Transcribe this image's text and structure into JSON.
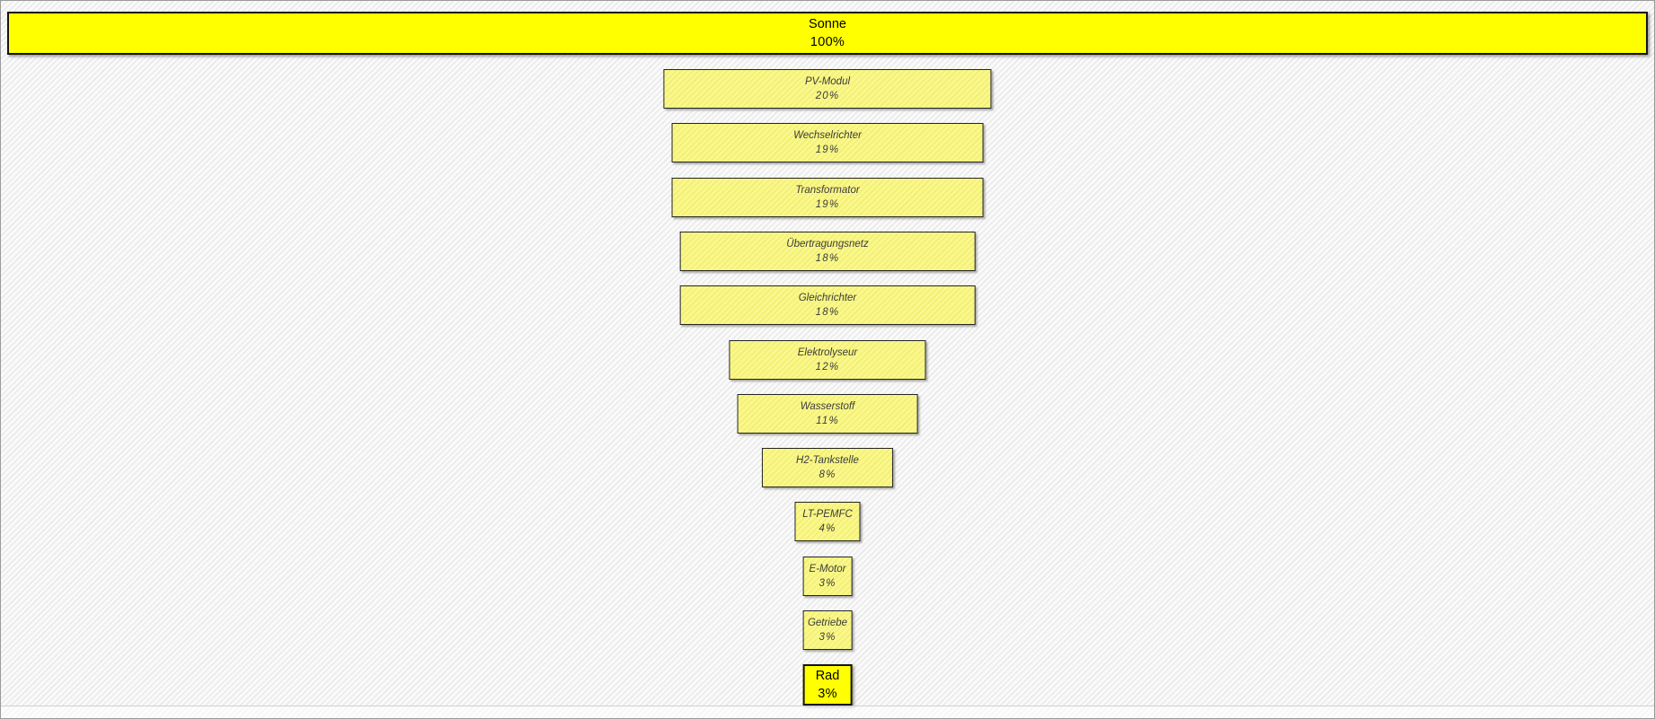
{
  "chart_data": {
    "type": "funnel",
    "title": "",
    "description_visible_text_only": true,
    "unit": "%",
    "stages": [
      {
        "label": "Sonne",
        "value_pct": 100,
        "value_display": "100%",
        "style": "solid"
      },
      {
        "label": "PV-Modul",
        "value_pct": 20,
        "value_display": "20%",
        "style": "hatched"
      },
      {
        "label": "Wechselrichter",
        "value_pct": 19,
        "value_display": "19%",
        "style": "hatched"
      },
      {
        "label": "Transformator",
        "value_pct": 19,
        "value_display": "19%",
        "style": "hatched"
      },
      {
        "label": "Übertragungsnetz",
        "value_pct": 18,
        "value_display": "18%",
        "style": "hatched"
      },
      {
        "label": "Gleichrichter",
        "value_pct": 18,
        "value_display": "18%",
        "style": "hatched"
      },
      {
        "label": "Elektrolyseur",
        "value_pct": 12,
        "value_display": "12%",
        "style": "hatched"
      },
      {
        "label": "Wasserstoff",
        "value_pct": 11,
        "value_display": "11%",
        "style": "hatched"
      },
      {
        "label": "H2-Tankstelle",
        "value_pct": 8,
        "value_display": "8%",
        "style": "hatched"
      },
      {
        "label": "LT-PEMFC",
        "value_pct": 4,
        "value_display": "4%",
        "style": "hatched"
      },
      {
        "label": "E-Motor",
        "value_pct": 3,
        "value_display": "3%",
        "style": "hatched"
      },
      {
        "label": "Getriebe",
        "value_pct": 3,
        "value_display": "3%",
        "style": "hatched"
      },
      {
        "label": "Rad",
        "value_pct": 3,
        "value_display": "3%",
        "style": "solid"
      }
    ],
    "colors": {
      "solid_fill": "#ffff00",
      "hatched_fill_dark": "#f1ee72",
      "hatched_fill_light": "#faf88c",
      "border": "#1a1a1a",
      "hatched_text": "#3c3c3c",
      "solid_text": "#000000",
      "canvas_stripe_dark": "#e9e9e9",
      "canvas_stripe_light": "#fafafa"
    },
    "layout_hints": {
      "orientation": "vertical-funnel-top-down",
      "bar_widths_proportional_to_pct": true,
      "first_and_last_stage_emphasized": true,
      "legend": "none",
      "axes": "none",
      "gridlines": "none"
    }
  }
}
